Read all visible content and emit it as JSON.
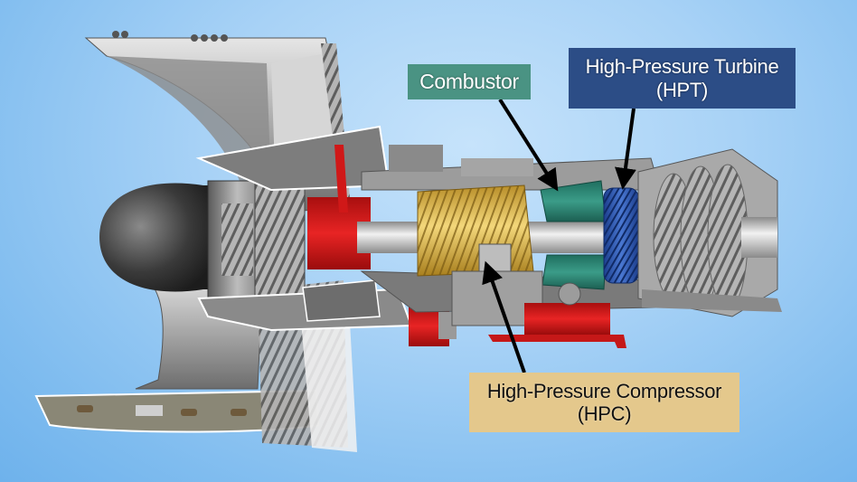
{
  "diagram": {
    "subject": "Turbofan engine cutaway",
    "background_color": "#8ec6f2",
    "labels": [
      {
        "id": "combustor",
        "lines": [
          "Combustor"
        ],
        "bg_color": "#4a9383",
        "text_color": "#ffffff"
      },
      {
        "id": "hpt",
        "lines": [
          "High-Pressure Turbine",
          "(HPT)"
        ],
        "bg_color": "#2c4d86",
        "text_color": "#ffffff"
      },
      {
        "id": "hpc",
        "lines": [
          "High-Pressure Compressor",
          "(HPC)"
        ],
        "bg_color": "#e4c88c",
        "text_color": "#111111"
      }
    ],
    "component_colors": {
      "combustor": "#2f8a78",
      "hpt": "#2e55b0",
      "hpc": "#d9b450",
      "accessory_red": "#d01818",
      "metal": "#9a9a9a"
    },
    "arrows": [
      {
        "from": "combustor",
        "to_component": "combustor"
      },
      {
        "from": "hpt",
        "to_component": "hpt"
      },
      {
        "from": "hpc",
        "to_component": "hpc"
      }
    ]
  }
}
